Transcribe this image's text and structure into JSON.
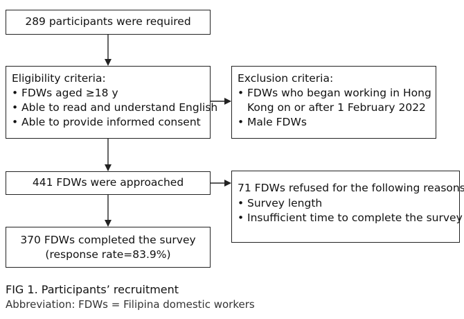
{
  "flowchart": {
    "required": "289 participants were required",
    "eligibility": {
      "title": "Eligibility criteria:",
      "items": [
        "FDWs aged ≥18 y",
        "Able to read and understand English",
        "Able to provide informed consent"
      ]
    },
    "exclusion": {
      "title": "Exclusion criteria:",
      "item1_line1": "FDWs who began working in Hong",
      "item1_line2": "Kong on or after 1 February 2022",
      "item2": "Male FDWs"
    },
    "approached": "441 FDWs were approached",
    "refused": {
      "title": "71 FDWs refused for the following reasons:",
      "items": [
        "Survey length",
        "Insufficient time to complete the survey"
      ]
    },
    "completed": {
      "line1": "370 FDWs completed the survey",
      "line2": "(response rate=83.9%)"
    }
  },
  "caption": {
    "title": "FIG 1. Participants’ recruitment",
    "abbreviation": "Abbreviation: FDWs = Filipina domestic workers"
  }
}
